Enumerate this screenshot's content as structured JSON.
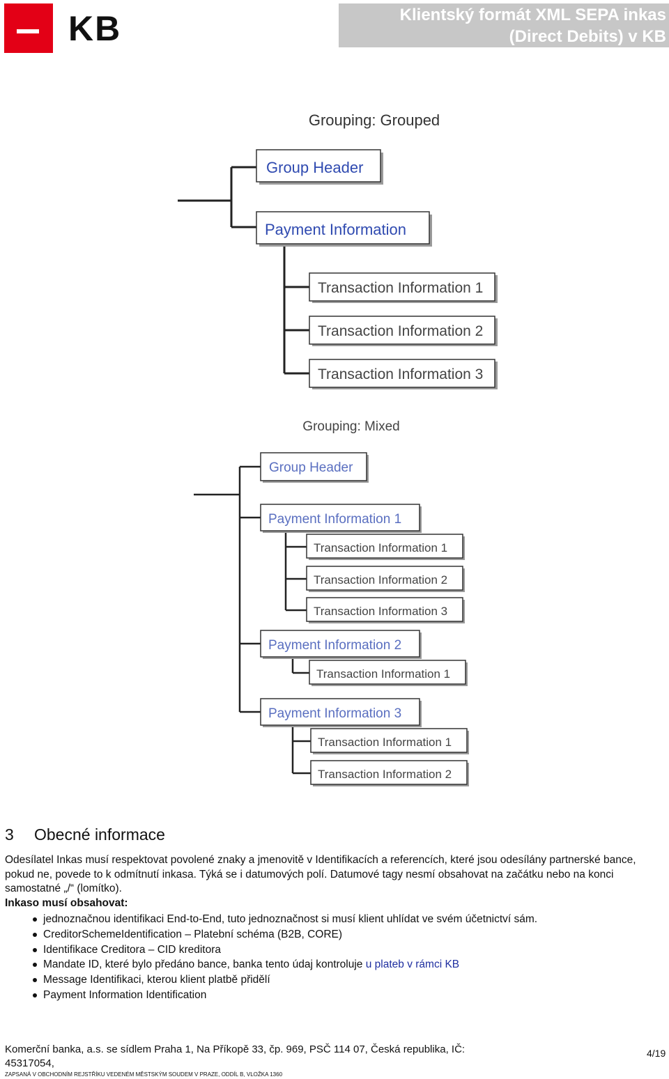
{
  "header": {
    "logo_text": "KB",
    "title_line1": "Klientský formát XML SEPA inkas",
    "title_line2": "(Direct Debits) v KB"
  },
  "diagram_grouped": {
    "title": "Grouping: Grouped",
    "group_header": "Group Header",
    "payment_information": "Payment Information",
    "transactions": [
      "Transaction Information 1",
      "Transaction Information 2",
      "Transaction Information 3"
    ]
  },
  "diagram_mixed": {
    "title": "Grouping: Mixed",
    "group_header": "Group Header",
    "payments": [
      {
        "label": "Payment Information 1",
        "transactions": [
          "Transaction Information 1",
          "Transaction Information 2",
          "Transaction Information 3"
        ]
      },
      {
        "label": "Payment Information 2",
        "transactions": [
          "Transaction Information 1"
        ]
      },
      {
        "label": "Payment Information 3",
        "transactions": [
          "Transaction Information 1",
          "Transaction Information 2"
        ]
      }
    ]
  },
  "colors": {
    "kb_red": "#e30016",
    "header_grey": "#c7c7c7",
    "diagram_blue": "#2f4ab0",
    "link": "#1f2fa0"
  },
  "section": {
    "number": "3",
    "title": "Obecné informace",
    "paragraph": "Odesílatel Inkas musí respektovat povolené znaky a jmenovitě v Identifikacích a referencích, které jsou odesílány partnerské bance, pokud ne, povede to k odmítnutí inkasa. Týká se i datumových polí. Datumové tagy nesmí obsahovat na začátku nebo na konci samostatné „/“ (lomítko).",
    "must_contain": "Inkaso musí obsahovat:",
    "items": [
      "jednoznačnou identifikaci End-to-End, tuto jednoznačnost si musí klient uhlídat ve svém účetnictví sám.",
      "CreditorSchemeIdentification – Platební schéma (B2B, CORE)",
      "Identifikace Creditora – CID kreditora",
      "Mandate ID, které bylo předáno bance, banka tento údaj kontroluje ",
      "Message Identifikaci, kterou klient platbě přidělí",
      "Payment Information Identification"
    ],
    "item4_link": "u plateb v rámci KB"
  },
  "footer": {
    "line1": "Komerční banka, a.s. se sídlem Praha 1, Na Příkopě 33, čp. 969, PSČ 114 07, Česká republika, IČ:",
    "line2": "45317054,",
    "line3": "ZAPSANÁ V OBCHODNÍM REJSTŘÍKU VEDENÉM MĚSTSKÝM SOUDEM V PRAZE, ODDÍL B, VLOŽKA 1360",
    "page": "4/19"
  }
}
